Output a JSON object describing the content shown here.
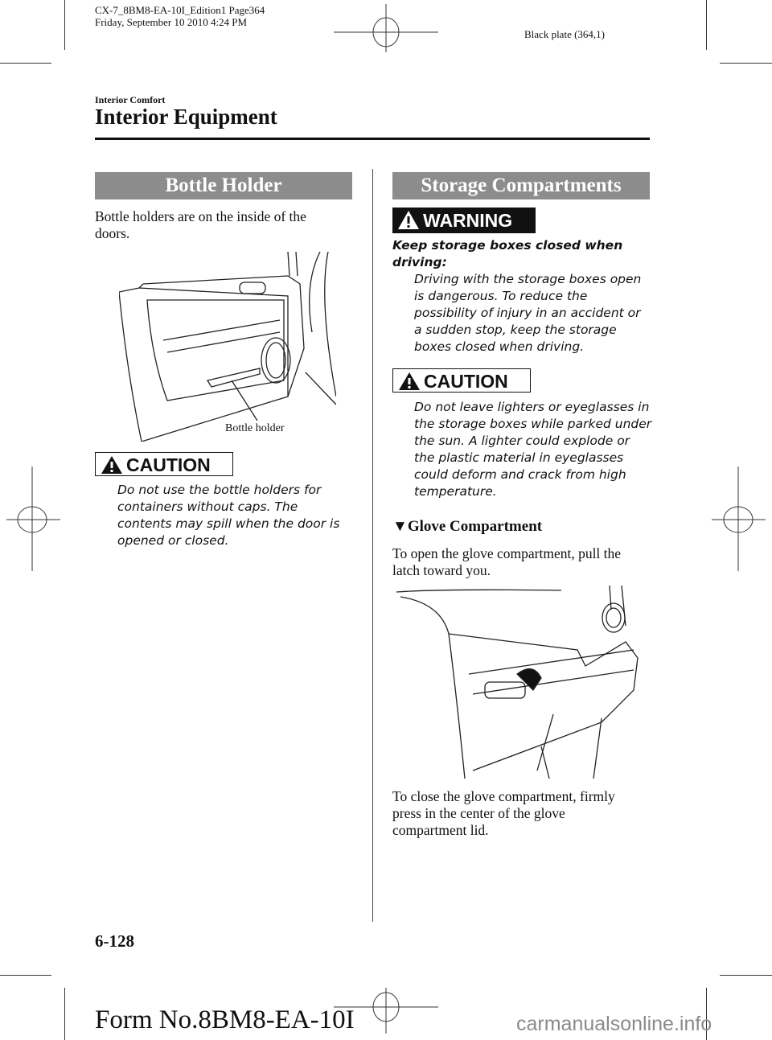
{
  "print_meta": {
    "line1": "CX-7_8BM8-EA-10I_Edition1 Page364",
    "line2": "Friday, September 10 2010 4:24 PM",
    "plate": "Black plate (364,1)"
  },
  "section": "Interior Comfort",
  "title": "Interior Equipment",
  "left": {
    "heading": "Bottle Holder",
    "intro": [
      "Bottle holders are on the inside of the",
      "doors."
    ],
    "figure_label": "Bottle holder",
    "caution_label": "CAUTION",
    "caution_text": [
      "Do not use the bottle holders for",
      "containers without caps. The",
      "contents may spill when the door is",
      "opened or closed."
    ]
  },
  "right": {
    "heading": "Storage Compartments",
    "warning_label": "WARNING",
    "warning_title": [
      "Keep storage boxes closed when",
      "driving:"
    ],
    "warning_text": [
      "Driving with the storage boxes open",
      "is dangerous. To reduce the",
      "possibility of injury in an accident or",
      "a sudden stop, keep the storage",
      "boxes closed when driving."
    ],
    "caution_label": "CAUTION",
    "caution_text": [
      "Do not leave lighters or eyeglasses in",
      "the storage boxes while parked under",
      "the sun. A lighter could explode or",
      "the plastic material in eyeglasses",
      "could deform and crack from high",
      "temperature."
    ],
    "subheading": "Glove Compartment",
    "open_text": [
      "To open the glove compartment, pull the",
      "latch toward you."
    ],
    "close_text": [
      "To close the glove compartment, firmly",
      "press in the center of the glove",
      "compartment lid."
    ]
  },
  "page_number": "6-128",
  "form_no": "Form No.8BM8-EA-10I",
  "watermark": "carmanualsonline.info"
}
